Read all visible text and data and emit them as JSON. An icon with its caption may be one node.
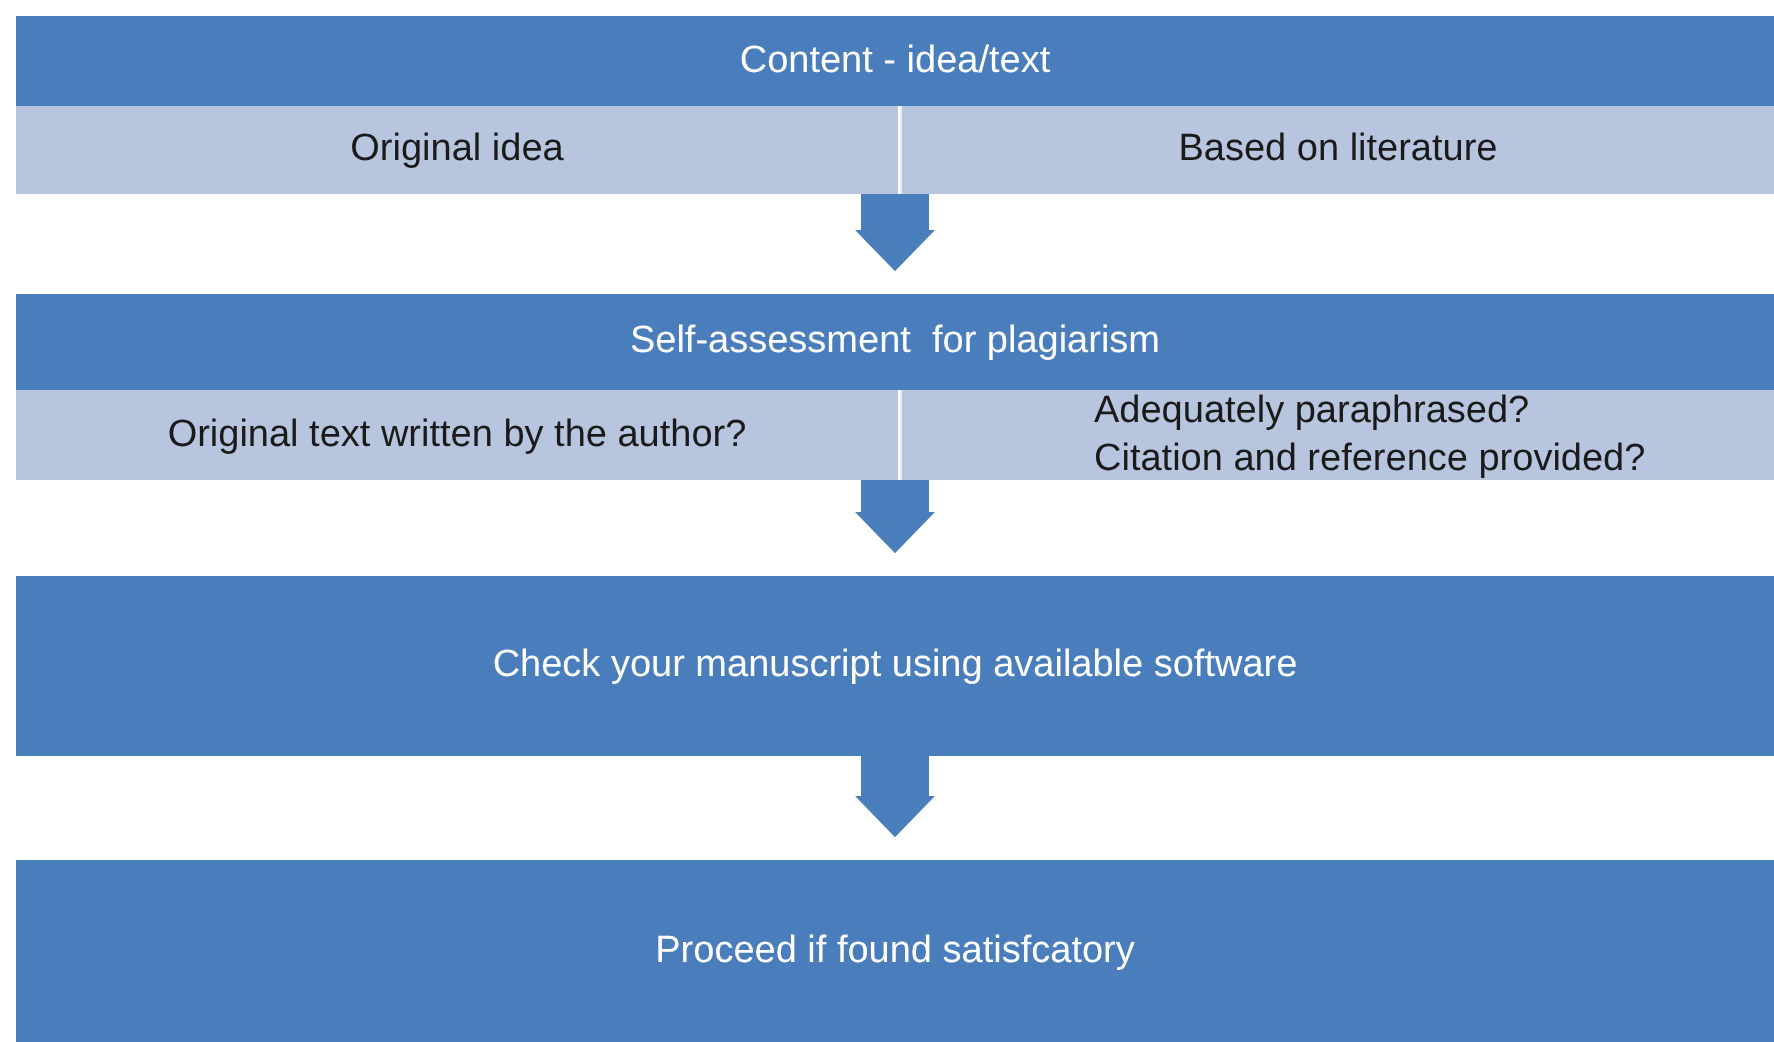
{
  "diagram": {
    "nodes": [
      {
        "text": [
          "Content - idea/text"
        ]
      },
      {
        "text": [
          "Original idea"
        ]
      },
      {
        "text": [
          "Based on literature"
        ]
      },
      {
        "text": [
          "Self-assessment  for plagiarism"
        ]
      },
      {
        "text": [
          "Original text written by the author?"
        ]
      },
      {
        "text": [
          "Adequately paraphrased?",
          "Citation and reference provided?"
        ]
      },
      {
        "text": [
          "Check your manuscript using available software"
        ]
      },
      {
        "text": [
          "Proceed if found satisfcatory"
        ]
      }
    ],
    "edges": [
      {
        "from": 1,
        "to": 3,
        "arrow": "to"
      },
      {
        "from": 2,
        "to": 3,
        "arrow": "to"
      },
      {
        "from": 4,
        "to": 6,
        "arrow": "to"
      },
      {
        "from": 5,
        "to": 6,
        "arrow": "to"
      },
      {
        "from": 6,
        "to": 7,
        "arrow": "to"
      }
    ]
  }
}
